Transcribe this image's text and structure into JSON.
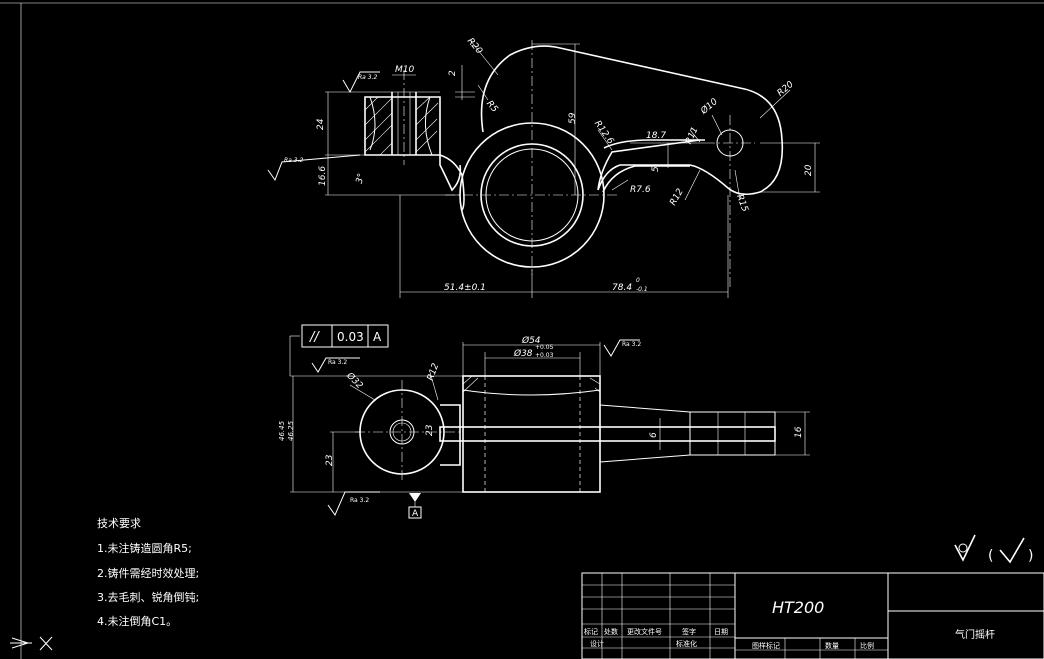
{
  "colors": {
    "background": "#000000",
    "lines": "#ffffff"
  },
  "top_view": {
    "dims": {
      "r20_left": "R20",
      "m10": "M10",
      "two": "2",
      "r5": "R5",
      "fifty_nine": "59",
      "r12_6": "R12.6",
      "eighteen_7": "18.7",
      "r11": "R11",
      "phi10": "Ø10",
      "r20_right": "R20",
      "twenty_four": "24",
      "sixteen_6": "16.6",
      "three_deg": "3°",
      "five": "5",
      "r7_6": "R7.6",
      "r12": "R12",
      "r15": "R15",
      "twenty": "20",
      "fifty_one": "51.4±0.1",
      "seventy_eight": "78.4",
      "seventy_eight_tol_upper": "0",
      "seventy_eight_tol_lower": "-0.1"
    },
    "roughness": {
      "upper": "Ra 3.2",
      "left": "Ra 3.2"
    }
  },
  "front_view": {
    "tolerance_frame": {
      "symbol": "//",
      "value": "0.03",
      "datum": "A"
    },
    "dims": {
      "phi54": "Ø54",
      "phi38": "Ø38",
      "phi38_tol_upper": "+0.05",
      "phi38_tol_lower": "+0.03",
      "phi32": "Ø32",
      "r12": "R12",
      "forty_six": "46.45",
      "forty_six_lower": "46.25",
      "twenty_three_a": "23",
      "twenty_three_b": "23",
      "six": "6",
      "sixteen": "16"
    },
    "roughness": {
      "upper_left": "Ra 3.2",
      "upper_right": "Ra 3.2",
      "bottom": "Ra 3.2"
    },
    "datum_label": "A"
  },
  "tech_requirements": {
    "title": "技术要求",
    "items": [
      "1.未注铸造圆角R5;",
      "2.铸件需经时效处理;",
      "3.去毛刺、锐角倒钝;",
      "4.未注倒角C1。"
    ]
  },
  "roughness_note": {
    "paren_open": "(",
    "paren_close": ")"
  },
  "title_block": {
    "material": "HT200",
    "part_name": "气门摇杆",
    "headers": [
      "标记",
      "处数",
      "更改文件号",
      "签字",
      "日期"
    ],
    "row_design": "设计",
    "row_std": "标准化",
    "stage_label": "图样标记",
    "weight_label": "数量",
    "scale_label": "比例"
  }
}
